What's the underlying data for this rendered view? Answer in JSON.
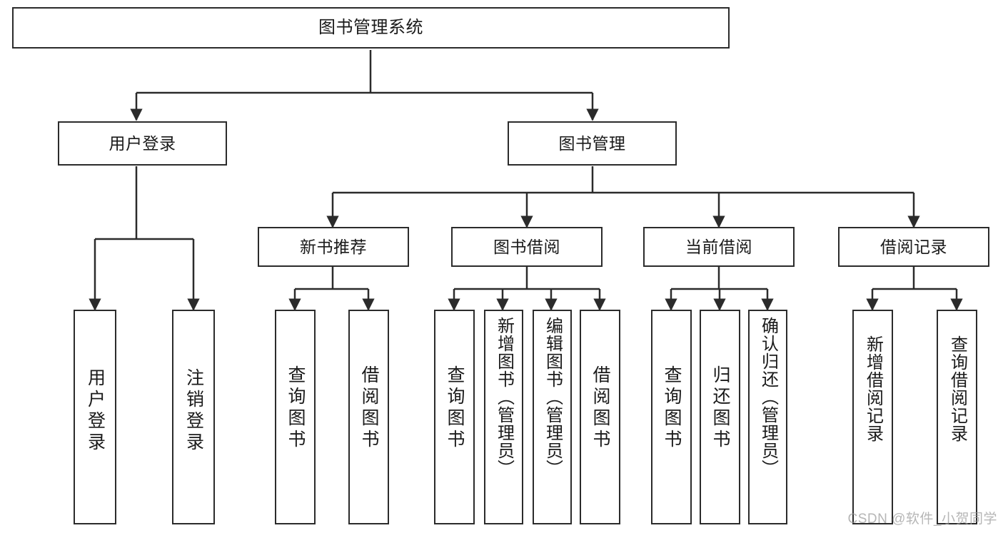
{
  "diagram": {
    "title": "图书管理系统",
    "type": "functional-decomposition-tree",
    "root": {
      "id": "root",
      "label": "图书管理系统"
    },
    "level1": [
      {
        "id": "user-login",
        "label": "用户登录"
      },
      {
        "id": "book-manage",
        "label": "图书管理"
      }
    ],
    "level2": [
      {
        "id": "new-book-rec",
        "label": "新书推荐",
        "parent": "book-manage"
      },
      {
        "id": "book-borrow",
        "label": "图书借阅",
        "parent": "book-manage"
      },
      {
        "id": "current-borrow",
        "label": "当前借阅",
        "parent": "book-manage"
      },
      {
        "id": "borrow-record",
        "label": "借阅记录",
        "parent": "book-manage"
      }
    ],
    "leaves": [
      {
        "id": "leaf-user-login",
        "label": "用户登录",
        "parent": "user-login"
      },
      {
        "id": "leaf-logout",
        "label": "注销登录",
        "parent": "user-login"
      },
      {
        "id": "leaf-query-book-1",
        "label": "查询图书",
        "parent": "new-book-rec"
      },
      {
        "id": "leaf-borrow-book-1",
        "label": "借阅图书",
        "parent": "new-book-rec"
      },
      {
        "id": "leaf-query-book-2",
        "label": "查询图书",
        "parent": "book-borrow"
      },
      {
        "id": "leaf-add-book",
        "label": "新增图书（管理员）",
        "parent": "book-borrow"
      },
      {
        "id": "leaf-edit-book",
        "label": "编辑图书（管理员）",
        "parent": "book-borrow"
      },
      {
        "id": "leaf-borrow-book-2",
        "label": "借阅图书",
        "parent": "book-borrow"
      },
      {
        "id": "leaf-query-book-3",
        "label": "查询图书",
        "parent": "current-borrow"
      },
      {
        "id": "leaf-return-book",
        "label": "归还图书",
        "parent": "current-borrow"
      },
      {
        "id": "leaf-confirm-return",
        "label": "确认归还（管理员）",
        "parent": "current-borrow"
      },
      {
        "id": "leaf-add-record",
        "label": "新增借阅记录",
        "parent": "borrow-record"
      },
      {
        "id": "leaf-query-record",
        "label": "查询借阅记录",
        "parent": "borrow-record"
      }
    ],
    "colors": {
      "stroke": "#2b2b2b",
      "fill": "#ffffff",
      "text": "#1a1a1a",
      "watermark": "#9a9a9a"
    }
  },
  "watermark": {
    "text": "CSDN @软件_小贺同学"
  }
}
